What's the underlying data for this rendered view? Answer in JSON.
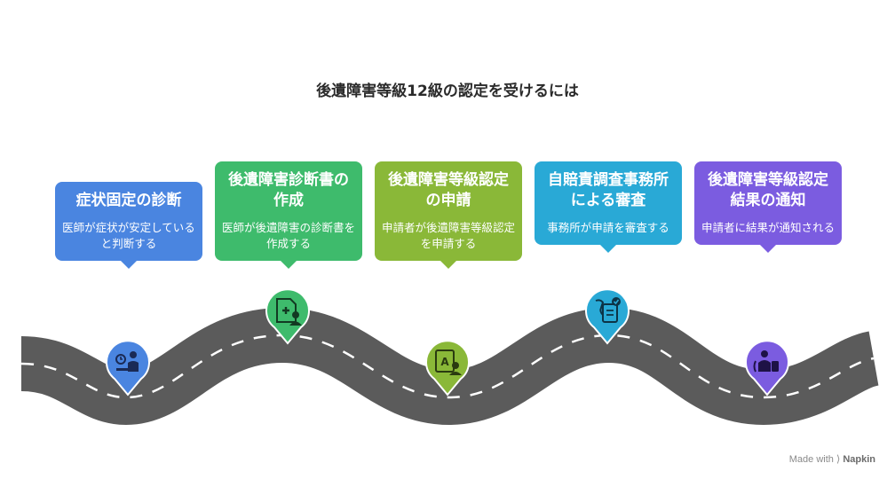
{
  "title": "後遺障害等級12級の認定を受けるには",
  "steps": [
    {
      "title": "症状固定の診断",
      "desc": "医師が症状が安定していると判断する",
      "color": "#4a85e0",
      "icon": "doctor-patient-icon"
    },
    {
      "title": "後遺障害診断書の作成",
      "desc": "医師が後遺障害の診断書を作成する",
      "color": "#3ebb6c",
      "icon": "medical-document-icon"
    },
    {
      "title": "後遺障害等級認定の申請",
      "desc": "申請者が後遺障害等級認定を申請する",
      "color": "#8ab838",
      "icon": "application-form-icon"
    },
    {
      "title": "自賠責調査事務所による審査",
      "desc": "事務所が申請を審査する",
      "color": "#29a9d6",
      "icon": "review-checklist-icon"
    },
    {
      "title": "後遺障害等級認定結果の通知",
      "desc": "申請者に結果が通知される",
      "color": "#7b5ce0",
      "icon": "notification-person-icon"
    }
  ],
  "footer": {
    "made_with": "Made with",
    "brand": "Napkin"
  }
}
